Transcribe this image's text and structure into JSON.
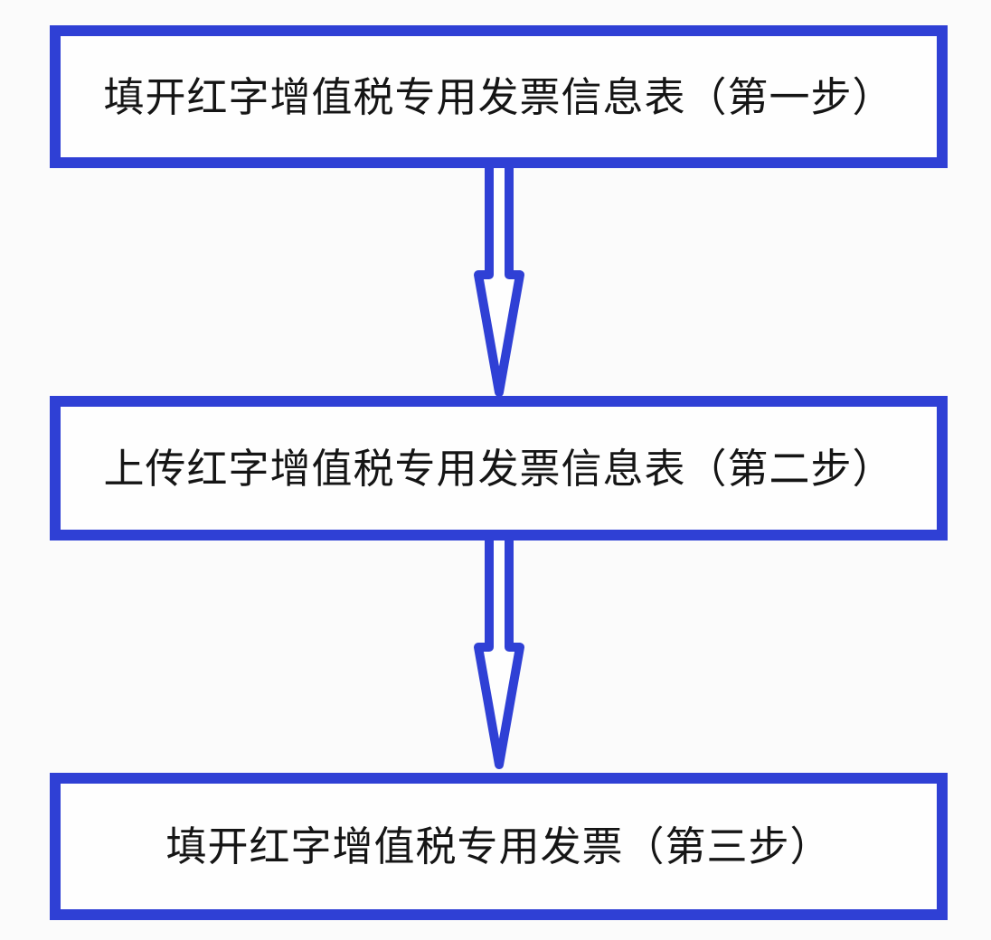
{
  "colors": {
    "accent": "#2f40d5",
    "background": "#fbfbfb",
    "box_fill": "#fefefe",
    "text": "#151515"
  },
  "flowchart": {
    "steps": [
      {
        "id": "step-1",
        "label": "填开红字增值税专用发票信息表（第一步）"
      },
      {
        "id": "step-2",
        "label": "上传红字增值税专用发票信息表（第二步）"
      },
      {
        "id": "step-3",
        "label": "填开红字增值税专用发票（第三步）"
      }
    ],
    "connectors": [
      {
        "from": "step-1",
        "to": "step-2",
        "icon": "down-arrow-icon"
      },
      {
        "from": "step-2",
        "to": "step-3",
        "icon": "down-arrow-icon"
      }
    ]
  }
}
